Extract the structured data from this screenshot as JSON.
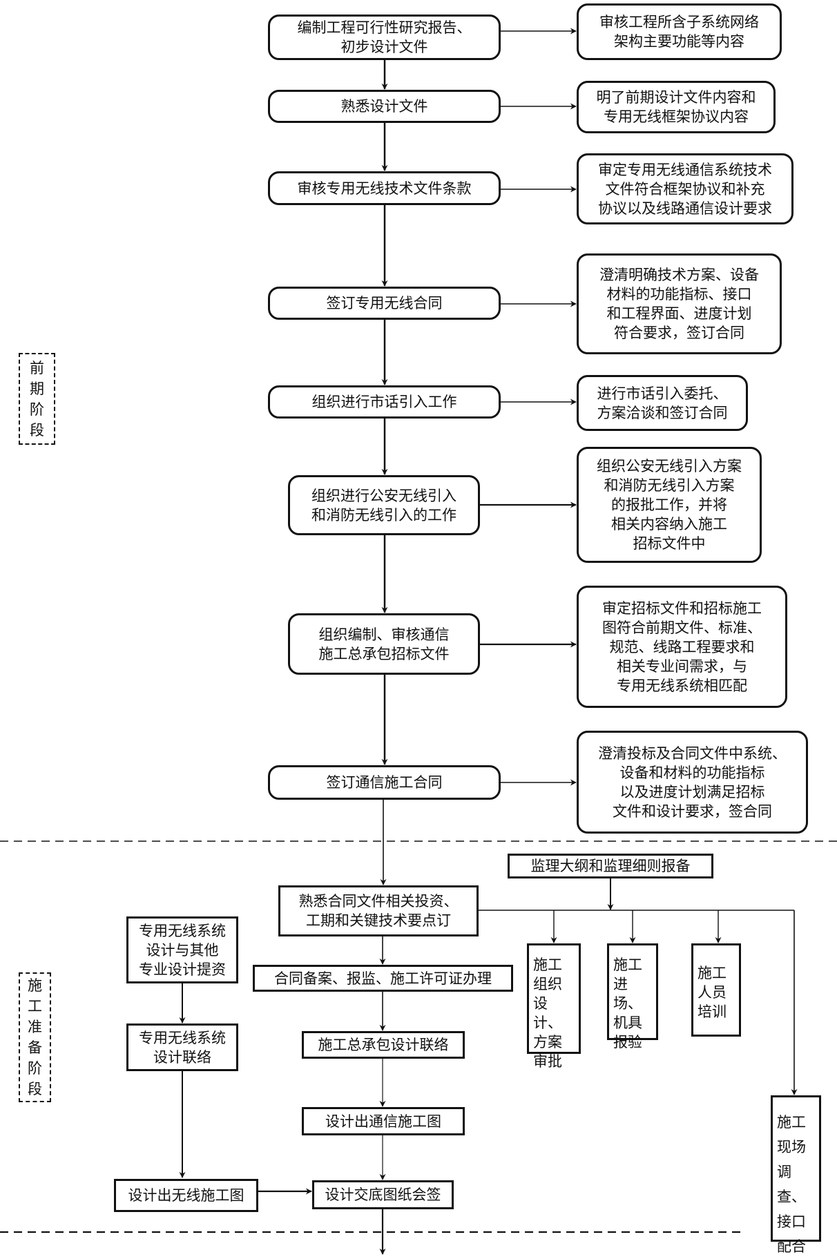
{
  "phases": {
    "pre": "前期阶段",
    "prep": "施工准备阶段"
  },
  "main_steps": [
    "编制工程可行性研究报告、\n初步设计文件",
    "熟悉设计文件",
    "审核专用无线技术文件条款",
    "签订专用无线合同",
    "组织进行市话引入工作",
    "组织进行公安无线引入\n和消防无线引入的工作",
    "组织编制、审核通信\n施工总承包招标文件",
    "签订通信施工合同"
  ],
  "notes": [
    "审核工程所含子系统网络\n架构主要功能等内容",
    "明了前期设计文件内容和\n专用无线框架协议内容",
    "审定专用无线通信系统技术\n文件符合框架协议和补充\n协议以及线路通信设计要求",
    "澄清明确技术方案、设备\n材料的功能指标、接口\n和工程界面、进度计划\n符合要求，签订合同",
    "进行市话引入委托、\n方案洽谈和签订合同",
    "组织公安无线引入方案\n和消防无线引入方案\n的报批工作，并将\n相关内容纳入施工\n招标文件中",
    "审定招标文件和招标施工\n图符合前期文件、标准、\n规范、线路工程要求和\n相关专业间需求，与\n专用无线系统相匹配",
    "澄清投标及合同文件中系统、\n设备和材料的功能指标\n以及进度计划满足招标\n文件和设计要求，签合同"
  ],
  "prep_steps": {
    "familiarize": "熟悉合同文件相关投资、\n工期和关键技术要点订",
    "permits": "合同备案、报监、施工许可证办理",
    "gc_design_liaison": "施工总承包设计联络",
    "comm_drawings": "设计出通信施工图",
    "design_handover": "设计交底图纸会签",
    "supervision": "监理大纲和监理细则报备",
    "wireless_info": "专用无线系统\n设计与其他\n专业设计提资",
    "wireless_liaison": "专用无线系统\n设计联络",
    "wireless_drawings": "设计出无线施工图",
    "org_design": [
      "施工",
      "组织",
      "设计、",
      "方案",
      "审批"
    ],
    "site_entry": [
      "施工",
      "进场、",
      "机具",
      "报验"
    ],
    "training": [
      "施工",
      "人员",
      "培训"
    ],
    "site_survey": [
      "施工",
      "现场",
      "调查、",
      "接口",
      "配合"
    ]
  }
}
